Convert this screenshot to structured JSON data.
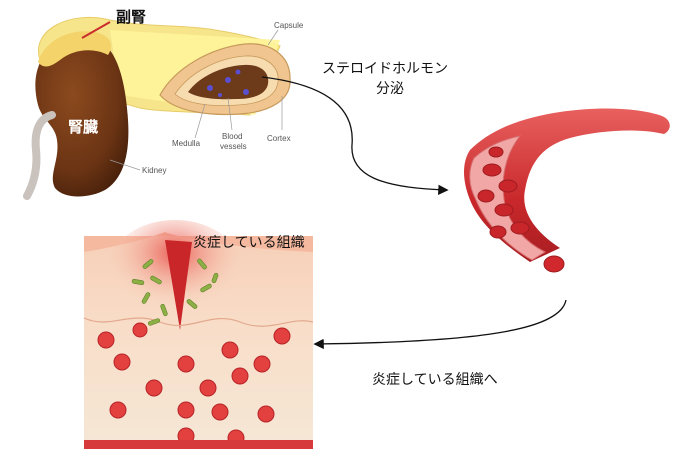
{
  "labels": {
    "adrenal": "副腎",
    "kidney_jp": "腎臓",
    "kidney_en": "Kidney",
    "capsule": "Capsule",
    "medulla": "Medulla",
    "blood_vessels_1": "Blood",
    "blood_vessels_2": "vessels",
    "cortex": "Cortex",
    "secretion_line1": "ステロイドホルモン",
    "secretion_line2": "分泌",
    "inflamed_tissue": "炎症している組織",
    "to_inflamed_tissue": "炎症している組織へ"
  },
  "colors": {
    "kidney": "#6b3414",
    "adrenal_fat": "#fff49a",
    "capsule_fill": "#f2c98c",
    "medulla_fill": "#6d3a1a",
    "vessel_dot": "#5a4fd0",
    "artery": "#d9383a",
    "blood_cell": "#e2413f",
    "tissue": "#f7dfc6",
    "bacteria": "#8db046"
  }
}
